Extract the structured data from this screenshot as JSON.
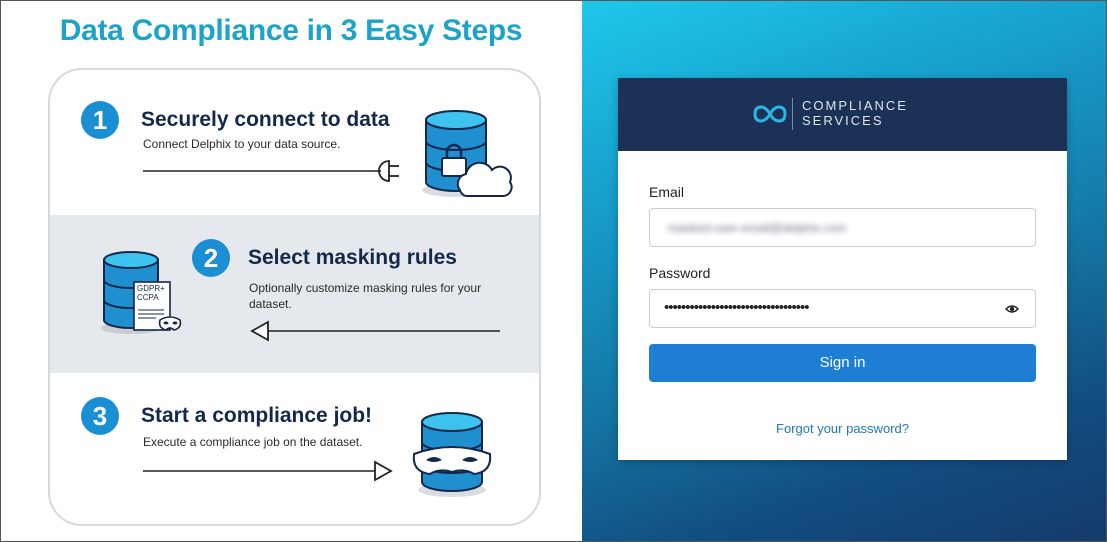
{
  "left": {
    "headline": "Data Compliance in 3 Easy Steps",
    "steps": [
      {
        "number": "1",
        "title": "Securely connect to data",
        "description": "Connect Delphix to your data source.",
        "icon": "database-lock-cloud-icon"
      },
      {
        "number": "2",
        "title": "Select masking rules",
        "description": "Optionally customize masking rules for your dataset.",
        "icon": "database-document-mask-icon"
      },
      {
        "number": "3",
        "title": "Start a compliance job!",
        "description": "Execute a compliance job on the dataset.",
        "icon": "database-mask-icon"
      }
    ],
    "document_label_line1": "GDPR+",
    "document_label_line2": "CCPA"
  },
  "login": {
    "brand_line1": "COMPLIANCE",
    "brand_line2": "SERVICES",
    "email_label": "Email",
    "email_value": "masked-user-email@delphix.com",
    "password_label": "Password",
    "password_value": "••••••••••••••••••••••••••••••••••",
    "signin_label": "Sign in",
    "forgot_label": "Forgot your password?"
  },
  "colors": {
    "accent": "#1ea3c8",
    "step_number": "#1a8fd4",
    "login_header": "#1b3155",
    "signin_button": "#1d7ed3",
    "link": "#2274c4"
  }
}
